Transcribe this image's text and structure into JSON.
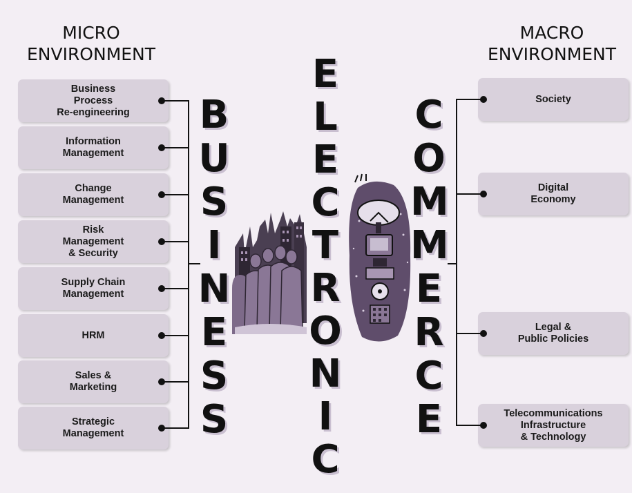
{
  "micro": {
    "heading": [
      "MICRO",
      "ENVIRONMENT"
    ],
    "items": [
      "Business\nProcess\nRe-engineering",
      "Information\nManagement",
      "Change\nManagement",
      "Risk\nManagement\n& Security",
      "Supply Chain\nManagement",
      "HRM",
      "Sales &\nMarketing",
      "Strategic\nManagement"
    ]
  },
  "macro": {
    "heading": [
      "MACRO",
      "ENVIRONMENT"
    ],
    "items": [
      "Society",
      "Digital\nEconomy",
      "Legal &\nPublic Policies",
      "Telecommunications\nInfrastructure\n& Technology"
    ]
  },
  "words": {
    "business": "BUSINESS",
    "electronic": "ELECTRONIC",
    "commerce": "COMMERCE"
  },
  "colors": {
    "background": "#f3eef4",
    "box": "#d9d1dc",
    "text": "#111111",
    "clipart_purple": "#6e5a7a"
  },
  "icons": [
    "business-people-city-icon",
    "satellite-computer-icon"
  ]
}
